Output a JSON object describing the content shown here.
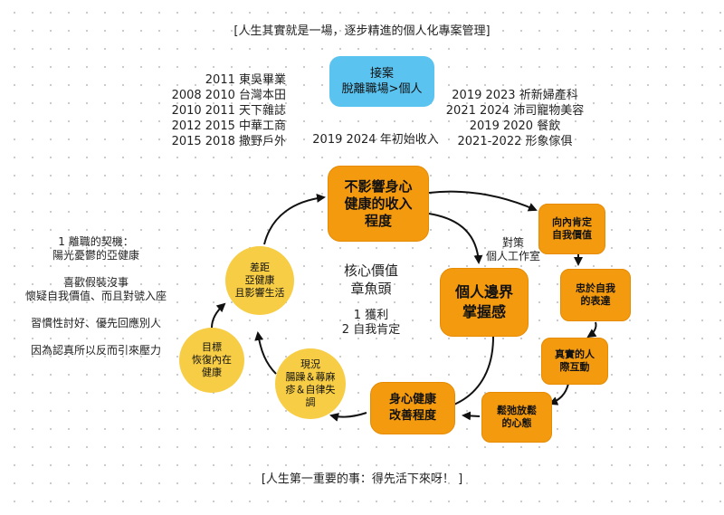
{
  "header": {
    "title": "[人生其實就是一場，逐步精進的個人化專案管理]"
  },
  "top_pill": {
    "text": "接案\n脫離職場>個人"
  },
  "history": {
    "left_lines": [
      "2011 東吳畢業",
      "2008 2010 台灣本田",
      "2010 2011 天下雜誌",
      "2012 2015 中華工商",
      "2015 2018 撒野戶外"
    ],
    "center_line": "2019 2024 年初始收入",
    "right_lines": [
      "2019 2023 祈新婦產科",
      "2021 2024 沛司寵物美容",
      "2019 2020 餐飲",
      "2021-2022 形象傢俱"
    ]
  },
  "core": {
    "title": "核心價值\n章魚頭",
    "items": "1 獲利\n2 自我肯定"
  },
  "main_boxes": {
    "income": "不影響身心\n健康的收入\n程度",
    "control": "個人邊界\n掌握感",
    "health": "身心健康\n改善程度"
  },
  "strategy": "對策\n個人工作室",
  "right_chain": {
    "affirm": "向內肯定\n自我價值",
    "express": "忠於自我\n的表達",
    "interact": "真實的人\n際互動",
    "relax": "鬆弛放鬆\n的心態"
  },
  "circles": {
    "gap": "差距\n亞健康\n且影響生活",
    "goal": "目標\n恢復內在\n健康",
    "status": "現況\n腸躁＆蕁麻\n疹＆自律失\n調"
  },
  "notes": "1 離職的契機：\n陽光憂鬱的亞健康\n\n喜歡假裝沒事\n懷疑自我價值、而且對號入座\n\n習慣性討好、優先回應別人\n\n因為認真所以反而引來壓力",
  "footer": {
    "text": "[人生第一重要的事：得先活下來呀！ ]"
  },
  "colors": {
    "orange": "#f39a0f",
    "yellow": "#f6cd45",
    "blue": "#5bc3f0",
    "arrow": "#111111"
  }
}
